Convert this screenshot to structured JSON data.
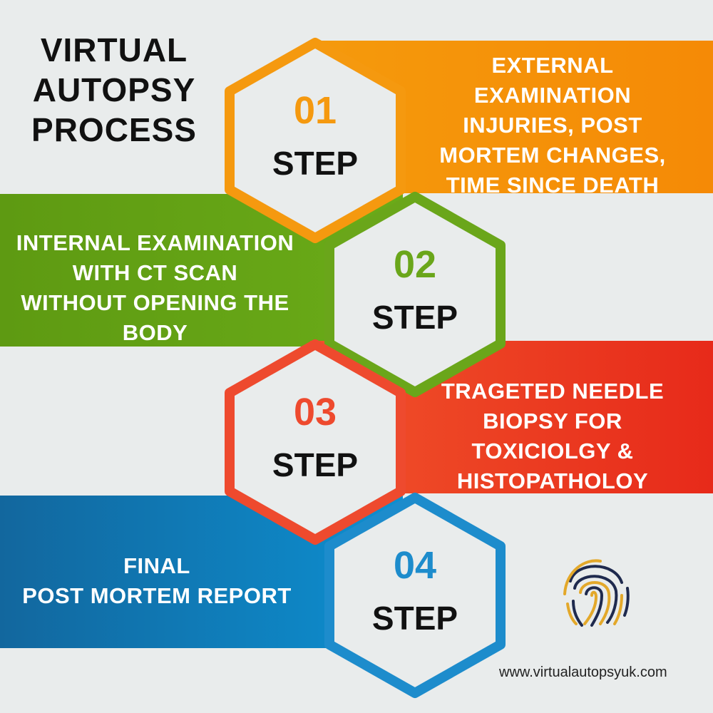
{
  "title": {
    "line1": "VIRTUAL",
    "line2": "AUTOPSY",
    "line3": "PROCESS"
  },
  "steps": [
    {
      "number": "01",
      "label": "STEP",
      "lines": [
        "EXTERNAL",
        "EXAMINATION",
        "INJURIES, POST",
        "MORTEM CHANGES,",
        "TIME SINCE DEATH"
      ],
      "color": "#f5990f"
    },
    {
      "number": "02",
      "label": "STEP",
      "lines": [
        "INTERNAL EXAMINATION",
        "WITH CT SCAN",
        "WITHOUT OPENING THE",
        "BODY"
      ],
      "color": "#6aa61a"
    },
    {
      "number": "03",
      "label": "STEP",
      "lines": [
        "TRAGETED NEEDLE",
        "BIOPSY FOR",
        "TOXICIOLGY &",
        "HISTOPATHOLOY"
      ],
      "color": "#ee4a2e"
    },
    {
      "number": "04",
      "label": "STEP",
      "lines": [
        "FINAL",
        "POST MORTEM REPORT"
      ],
      "color": "#1d8ccc"
    }
  ],
  "logo": {
    "icon": "fingerprint-icon",
    "colors": [
      "#1f2a4e",
      "#e3a82a"
    ]
  },
  "footer": {
    "url": "www.virtualautopsyuk.com"
  }
}
